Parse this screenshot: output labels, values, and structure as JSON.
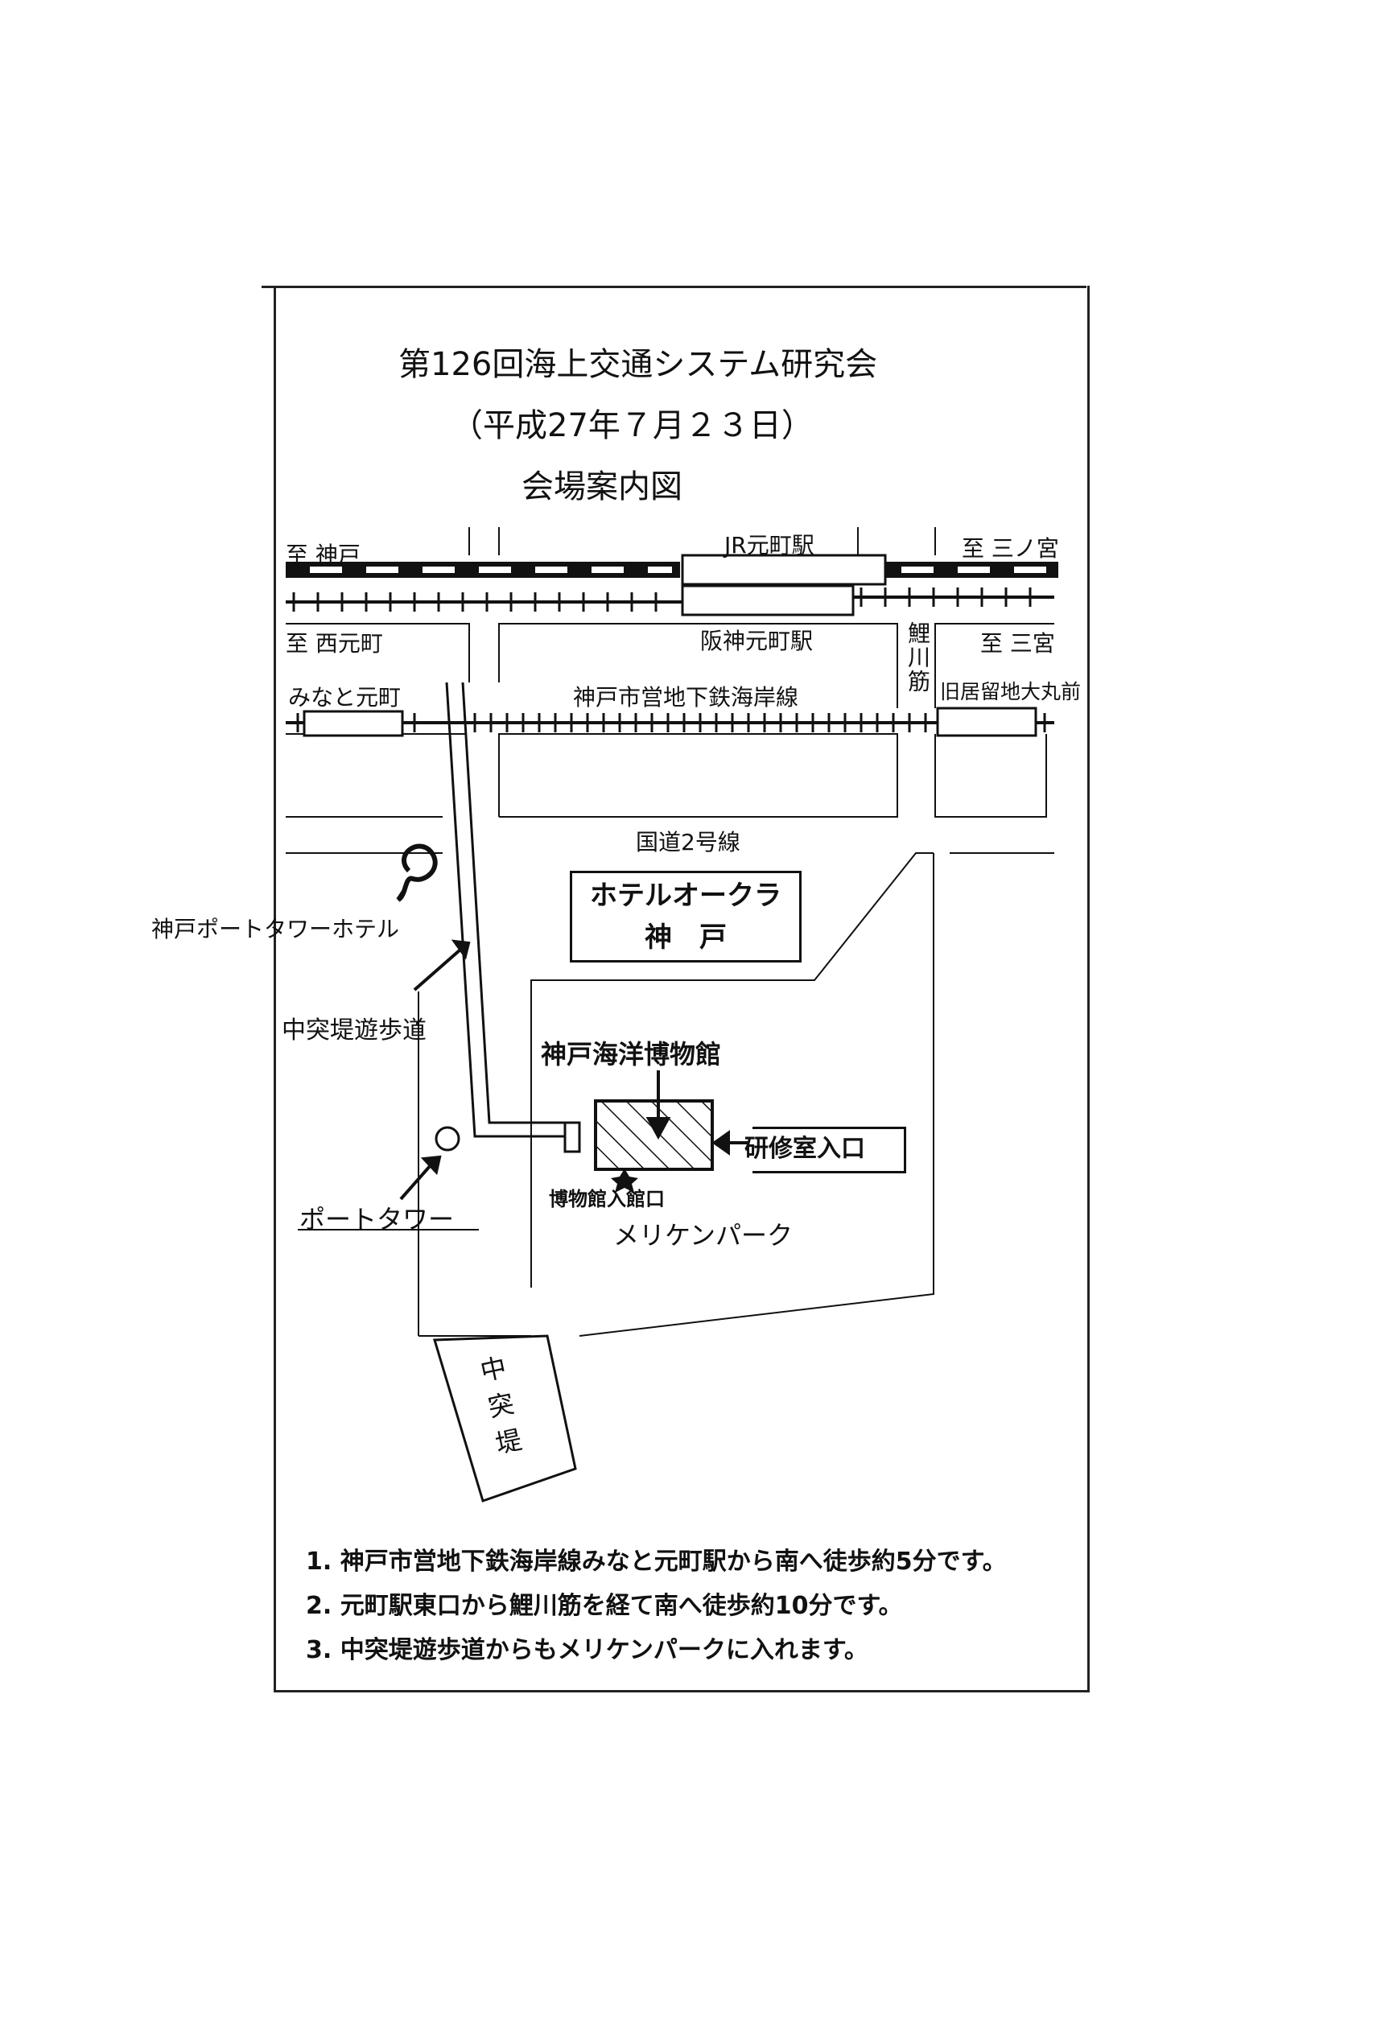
{
  "header": {
    "title": "第126回海上交通システム研究会",
    "date": "（平成27年７月２３日）",
    "subtitle": "会場案内図"
  },
  "map": {
    "to_kobe": "至 神戸",
    "to_sannomiya_jr": "至 三ノ宮",
    "jr_station": "JR元町駅",
    "hanshin_station": "阪神元町駅",
    "to_nishimotomachi": "至 西元町",
    "to_sannomiya": "至 三宮",
    "koikawasuji": "鯉川筋",
    "minato_motomachi": "みなと元町",
    "subway_line": "神戸市営地下鉄海岸線",
    "kyukyoryuchi": "旧居留地大丸前",
    "route2": "国道2号線",
    "hotel_okura_line1": "ホテルオークラ",
    "hotel_okura_line2": "神　戸",
    "port_tower_hotel": "神戸ポートタワーホテル",
    "promenade": "中突堤遊歩道",
    "museum": "神戸海洋博物館",
    "training_entrance": "研修室入口",
    "museum_entrance": "博物館入館口",
    "port_tower": "ポートタワー",
    "meriken_park": "メリケンパーク",
    "pier": "中突堤"
  },
  "notes": [
    "1. 神戸市営地下鉄海岸線みなと元町駅から南へ徒歩約5分です。",
    "2. 元町駅東口から鯉川筋を経て南へ徒歩約10分です。",
    "3. 中突堤遊歩道からもメリケンパークに入れます。"
  ]
}
